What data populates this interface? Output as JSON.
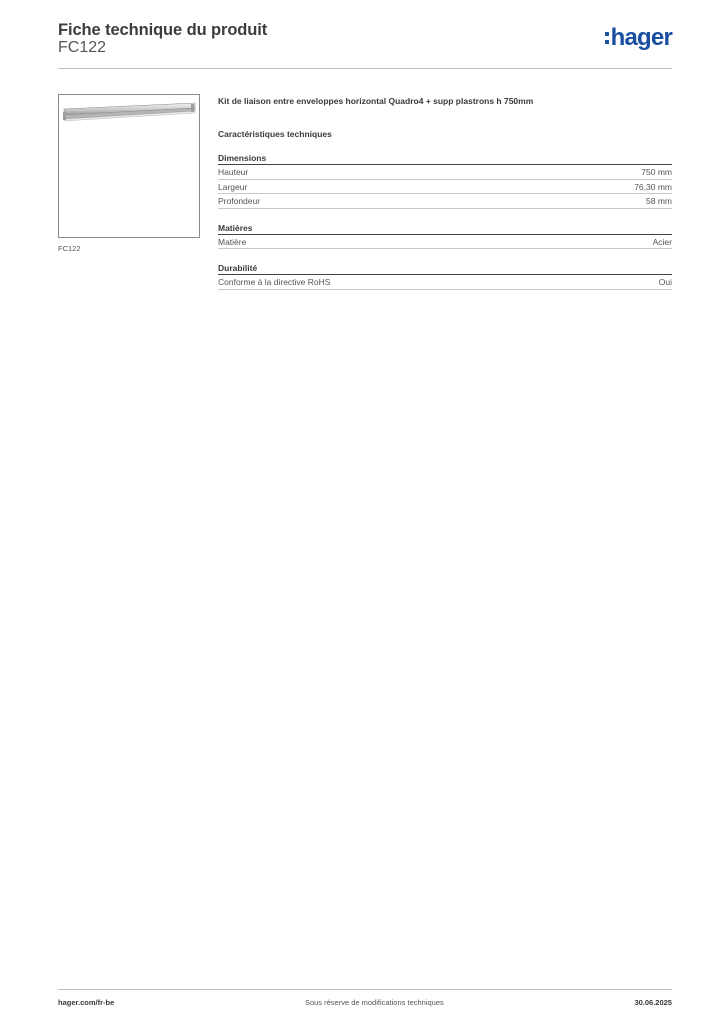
{
  "header": {
    "title": "Fiche technique du produit",
    "code": "FC122",
    "logo_text": "hager",
    "brand_color": "#1a4fa0"
  },
  "product": {
    "image_caption": "FC122",
    "description": "Kit de liaison entre enveloppes horizontal Quadro4 + supp plastrons h 750mm"
  },
  "specs": {
    "heading": "Caractéristiques techniques",
    "groups": [
      {
        "title": "Dimensions",
        "rows": [
          {
            "label": "Hauteur",
            "value": "750 mm"
          },
          {
            "label": "Largeur",
            "value": "76,30 mm"
          },
          {
            "label": "Profondeur",
            "value": "58 mm"
          }
        ]
      },
      {
        "title": "Matières",
        "rows": [
          {
            "label": "Matière",
            "value": "Acier"
          }
        ]
      },
      {
        "title": "Durabilité",
        "rows": [
          {
            "label": "Conforme à la directive RoHS",
            "value": "Oui"
          }
        ]
      }
    ]
  },
  "footer": {
    "url": "hager.com/fr-be",
    "note": "Sous réserve de modifications techniques",
    "date": "30.06.2025"
  }
}
